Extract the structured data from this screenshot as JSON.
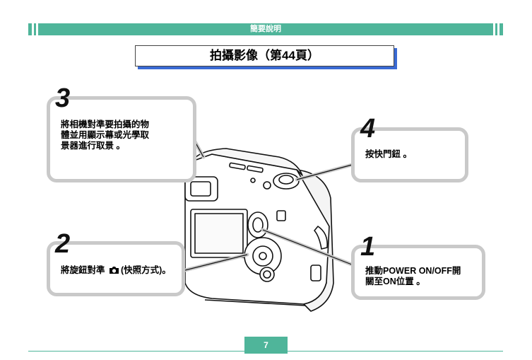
{
  "header": {
    "section": "簡要說明"
  },
  "title": "拍攝影像（第44頁）",
  "callouts": [
    {
      "number": "3",
      "text_lines": [
        "將相機對準要拍攝的物",
        "體並用顯示幕或光學取",
        "景器進行取景 。"
      ]
    },
    {
      "number": "4",
      "text_lines": [
        "按快門鈕 。"
      ]
    },
    {
      "number": "2",
      "text_pre": "將旋鈕對準",
      "icon": "camera-icon",
      "text_post": "(快照方式)。"
    },
    {
      "number": "1",
      "text_lines": [
        "推動POWER ON/OFF開",
        "關至ON位置 。"
      ]
    }
  ],
  "page_number": "7",
  "colors": {
    "accent": "#4fb59a",
    "title_shadow": "#3a6ad4",
    "callout_border": "#c9c9c9"
  }
}
